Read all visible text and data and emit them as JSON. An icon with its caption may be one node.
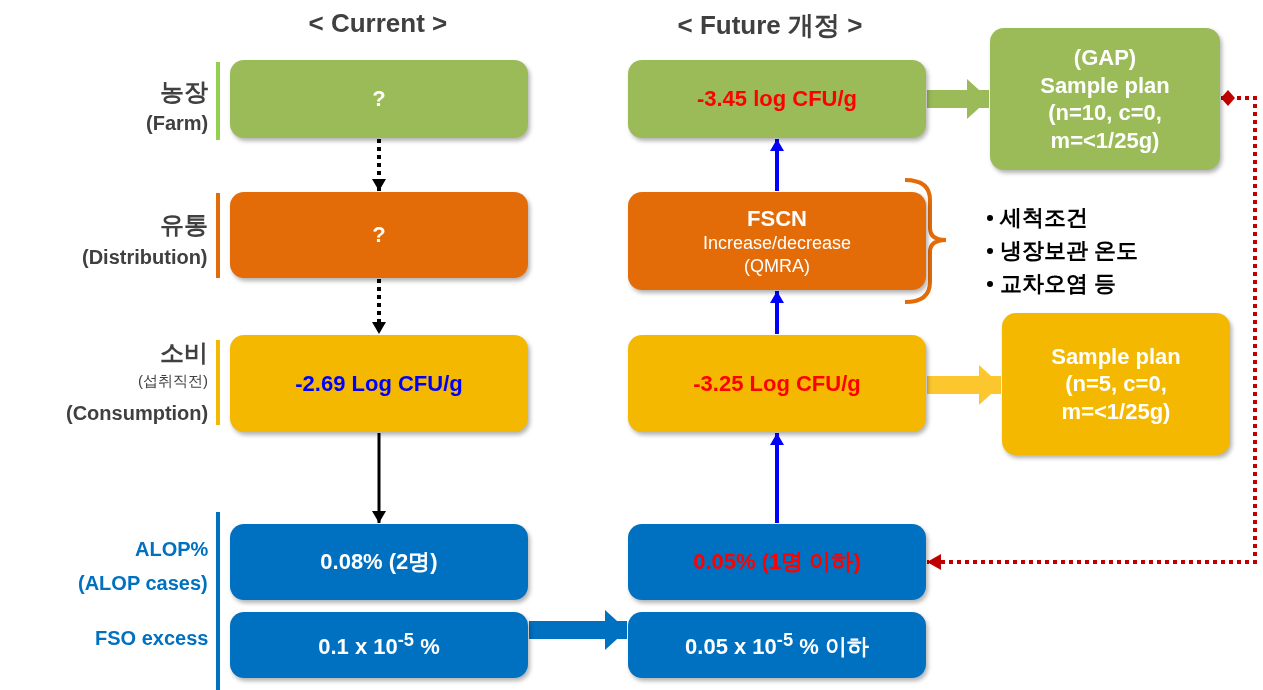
{
  "diagram": {
    "nodes": [
      {
        "text": [
          "?"
        ]
      },
      {
        "text": [
          "?"
        ]
      },
      {
        "text": [
          "-2.69 Log CFU/g"
        ]
      },
      {
        "text": [
          "0.08% (2명)"
        ]
      },
      {
        "text": [
          "0.1 x 10$^{-5}$ %"
        ]
      },
      {
        "text": [
          "-3.45 log CFU/g"
        ]
      },
      {
        "text": [
          "FSCN",
          "Increase/decrease (QMRA)"
        ]
      },
      {
        "text": [
          "-3.25 Log CFU/g"
        ]
      },
      {
        "text": [
          "0.05% (1명 이하)"
        ]
      },
      {
        "text": [
          "0.05 x 10$^{-5}$ % 이하"
        ]
      },
      {
        "text": [
          "(GAP) Sample plan (n=10, c=0, m=<1/25g)"
        ]
      },
      {
        "text": [
          "Sample plan (n=5, c=0, m=<1/25g)"
        ]
      }
    ],
    "edges": [
      {
        "from": 0,
        "to": 1,
        "arrow": "to",
        "style": "dashed"
      },
      {
        "from": 1,
        "to": 2,
        "arrow": "to",
        "style": "dashed"
      },
      {
        "from": 2,
        "to": 3,
        "arrow": "to"
      },
      {
        "from": 4,
        "to": 9,
        "arrow": "to",
        "style": "thick",
        "color": "#0070c0"
      },
      {
        "from": 8,
        "to": 7,
        "arrow": "to",
        "color": "#0000ff"
      },
      {
        "from": 7,
        "to": 6,
        "arrow": "to",
        "color": "#0000ff"
      },
      {
        "from": 6,
        "to": 5,
        "arrow": "to",
        "color": "#0000ff"
      },
      {
        "from": 5,
        "to": 10,
        "arrow": "to",
        "style": "thick",
        "color": "#9bbb59"
      },
      {
        "from": 7,
        "to": 11,
        "arrow": "to",
        "style": "thick",
        "color": "#fcc72e"
      },
      {
        "from": 10,
        "to": 8,
        "arrow": "to",
        "style": "dashed",
        "color": "#c00000"
      }
    ],
    "labels": [
      "< Current >",
      "< Future 개정 >",
      "농장",
      "(Farm)",
      "유통",
      "(Distribution)",
      "소비",
      "(섭취직전)",
      "(Consumption)",
      "ALOP%",
      "(ALOP cases)",
      "FSO excess",
      "세척조건",
      "냉장보관 온도",
      "교차오염 등"
    ]
  }
}
